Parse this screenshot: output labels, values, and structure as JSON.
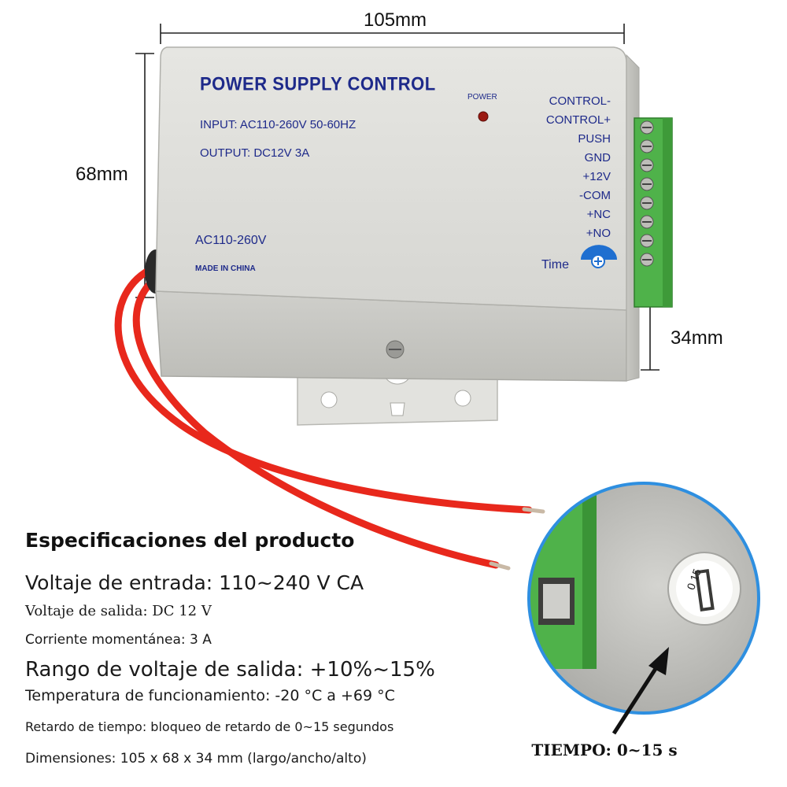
{
  "device": {
    "title": "POWER SUPPLY CONTROL",
    "input": "INPUT: AC110-260V 50-60HZ",
    "output": "OUTPUT:  DC12V   3A",
    "ac_label": "AC110-260V",
    "made_in": "MADE IN CHINA",
    "power_label": "POWER",
    "time_label": "Time",
    "terminals": [
      "CONTROL-",
      "CONTROL+",
      "PUSH",
      "GND",
      "+12V",
      "-COM",
      "+NC",
      "+NO"
    ],
    "body_color": "#dcdcd8",
    "terminal_color": "#4fb24a",
    "wire_color": "#e8281c"
  },
  "dimensions": {
    "width": "105mm",
    "height": "68mm",
    "depth": "34mm"
  },
  "specs": {
    "heading": "Especificaciones del producto",
    "lines": [
      "Voltaje de entrada: 110~240 V CA",
      "Voltaje de salida: DC 12 V",
      "Corriente momentánea: 3 A",
      "Rango de voltaje de salida: +10%~15%",
      "Temperatura de funcionamiento: -20 °C a +69 °C",
      "Retardo de tiempo: bloqueo de retardo de 0~15 segundos",
      "Dimensiones: 105 x 68 x 34 mm (largo/ancho/alto)"
    ]
  },
  "zoom": {
    "caption": "TIEMPO: 0~15 s",
    "dial_text": "0 15",
    "ring_color": "#2e8fe0"
  }
}
